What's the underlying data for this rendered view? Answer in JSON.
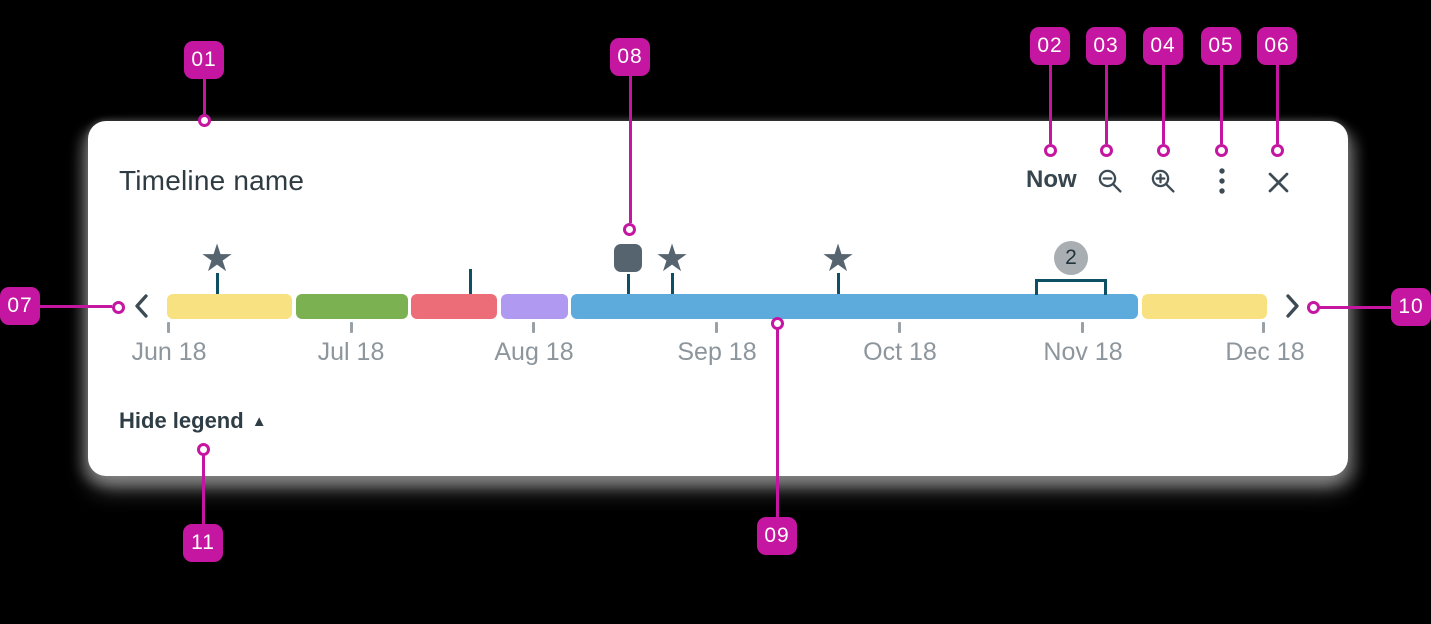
{
  "colors": {
    "page_bg": "#000000",
    "card_bg": "#ffffff",
    "annotation_magenta": "#c516a1",
    "title_text": "#2e3b42",
    "muted_text": "#8d969c",
    "icon_slate": "#566470",
    "stem_teal": "#0d4f63",
    "cluster_bg": "#a9aeb2"
  },
  "annotations": {
    "labels": [
      "01",
      "02",
      "03",
      "04",
      "05",
      "06",
      "07",
      "08",
      "09",
      "10",
      "11"
    ]
  },
  "header": {
    "title": "Timeline name"
  },
  "toolbar": {
    "now": "Now",
    "icons": [
      "zoom-out",
      "zoom-in",
      "overflow-menu",
      "close"
    ]
  },
  "timeline": {
    "months": [
      "Jun 18",
      "Jul 18",
      "Aug 18",
      "Sep 18",
      "Oct 18",
      "Nov 18",
      "Dec 18"
    ],
    "cluster_count": "2",
    "markers": [
      {
        "icon": "star"
      },
      {
        "icon": "event-line"
      },
      {
        "icon": "square"
      },
      {
        "icon": "star"
      },
      {
        "icon": "star"
      }
    ],
    "segments": [
      {
        "id": "segment-1",
        "color": "#f8e180"
      },
      {
        "id": "segment-2",
        "color": "#7cb152"
      },
      {
        "id": "segment-3",
        "color": "#ec6d78"
      },
      {
        "id": "segment-4",
        "color": "#b099f1"
      },
      {
        "id": "segment-5",
        "color": "#5dabdd"
      },
      {
        "id": "segment-6",
        "color": "#f8e180"
      }
    ]
  },
  "legend": {
    "toggle": "Hide legend",
    "icon": "▲"
  }
}
